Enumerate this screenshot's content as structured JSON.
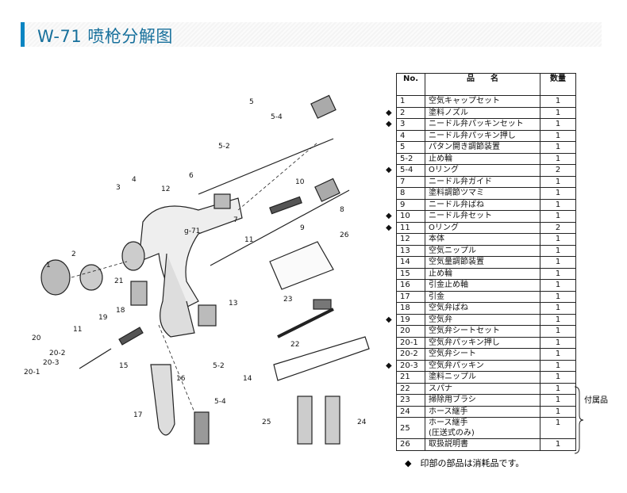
{
  "header": {
    "title": "W-71 喷枪分解图"
  },
  "table": {
    "headers": {
      "no": "No.",
      "name": "品　　名",
      "qty": "数量"
    },
    "rows": [
      {
        "no": "1",
        "name": "空気キャップセット",
        "qty": "1",
        "consumable": false
      },
      {
        "no": "2",
        "name": "塗料ノズル",
        "qty": "1",
        "consumable": true
      },
      {
        "no": "3",
        "name": "ニードル弁パッキンセット",
        "qty": "1",
        "consumable": true
      },
      {
        "no": "4",
        "name": "ニードル弁パッキン押し",
        "qty": "1",
        "consumable": false
      },
      {
        "no": "5",
        "name": "パタン開き調節装置",
        "qty": "1",
        "consumable": false
      },
      {
        "no": "5-2",
        "name": "止め輪",
        "qty": "1",
        "consumable": false
      },
      {
        "no": "5-4",
        "name": "Oリング",
        "qty": "2",
        "consumable": true
      },
      {
        "no": "7",
        "name": "ニードル弁ガイド",
        "qty": "1",
        "consumable": false
      },
      {
        "no": "8",
        "name": "塗料調節ツマミ",
        "qty": "1",
        "consumable": false
      },
      {
        "no": "9",
        "name": "ニードル弁ばね",
        "qty": "1",
        "consumable": false
      },
      {
        "no": "10",
        "name": "ニードル弁セット",
        "qty": "1",
        "consumable": true
      },
      {
        "no": "11",
        "name": "Oリング",
        "qty": "2",
        "consumable": true
      },
      {
        "no": "12",
        "name": "本体",
        "qty": "1",
        "consumable": false
      },
      {
        "no": "13",
        "name": "空気ニップル",
        "qty": "1",
        "consumable": false
      },
      {
        "no": "14",
        "name": "空気量調節装置",
        "qty": "1",
        "consumable": false
      },
      {
        "no": "15",
        "name": "止め輪",
        "qty": "1",
        "consumable": false
      },
      {
        "no": "16",
        "name": "引金止め軸",
        "qty": "1",
        "consumable": false
      },
      {
        "no": "17",
        "name": "引金",
        "qty": "1",
        "consumable": false
      },
      {
        "no": "18",
        "name": "空気弁ばね",
        "qty": "1",
        "consumable": false
      },
      {
        "no": "19",
        "name": "空気弁",
        "qty": "1",
        "consumable": true
      },
      {
        "no": "20",
        "name": "空気弁シートセット",
        "qty": "1",
        "consumable": false
      },
      {
        "no": "20-1",
        "name": "空気弁パッキン押し",
        "qty": "1",
        "consumable": false
      },
      {
        "no": "20-2",
        "name": "空気弁シート",
        "qty": "1",
        "consumable": false
      },
      {
        "no": "20-3",
        "name": "空気弁パッキン",
        "qty": "1",
        "consumable": true
      },
      {
        "no": "21",
        "name": "塗料ニップル",
        "qty": "1",
        "consumable": false
      },
      {
        "no": "22",
        "name": "スパナ",
        "qty": "1",
        "consumable": false
      },
      {
        "no": "23",
        "name": "掃除用ブラシ",
        "qty": "1",
        "consumable": false
      },
      {
        "no": "24",
        "name": "ホース継手",
        "qty": "1",
        "consumable": false
      },
      {
        "no": "25",
        "name": "ホース継手\n(圧送式のみ)",
        "qty": "1",
        "consumable": false
      },
      {
        "no": "26",
        "name": "取扱説明書",
        "qty": "1",
        "consumable": false
      }
    ],
    "accessories_label": "付属品",
    "note": "◆　印部の部品は消耗品です。",
    "marker": "◆"
  },
  "diagram": {
    "callouts": [
      "1",
      "2",
      "3",
      "4",
      "5",
      "5-4",
      "5-2",
      "6",
      "7",
      "8",
      "9",
      "10",
      "11",
      "12",
      "13",
      "14",
      "15",
      "16",
      "17",
      "18",
      "19",
      "20",
      "20-2",
      "20-3",
      "20-1",
      "11",
      "21",
      "5-2",
      "5-4",
      "22",
      "23",
      "24",
      "25",
      "26"
    ],
    "gun_marking": "g-71"
  }
}
